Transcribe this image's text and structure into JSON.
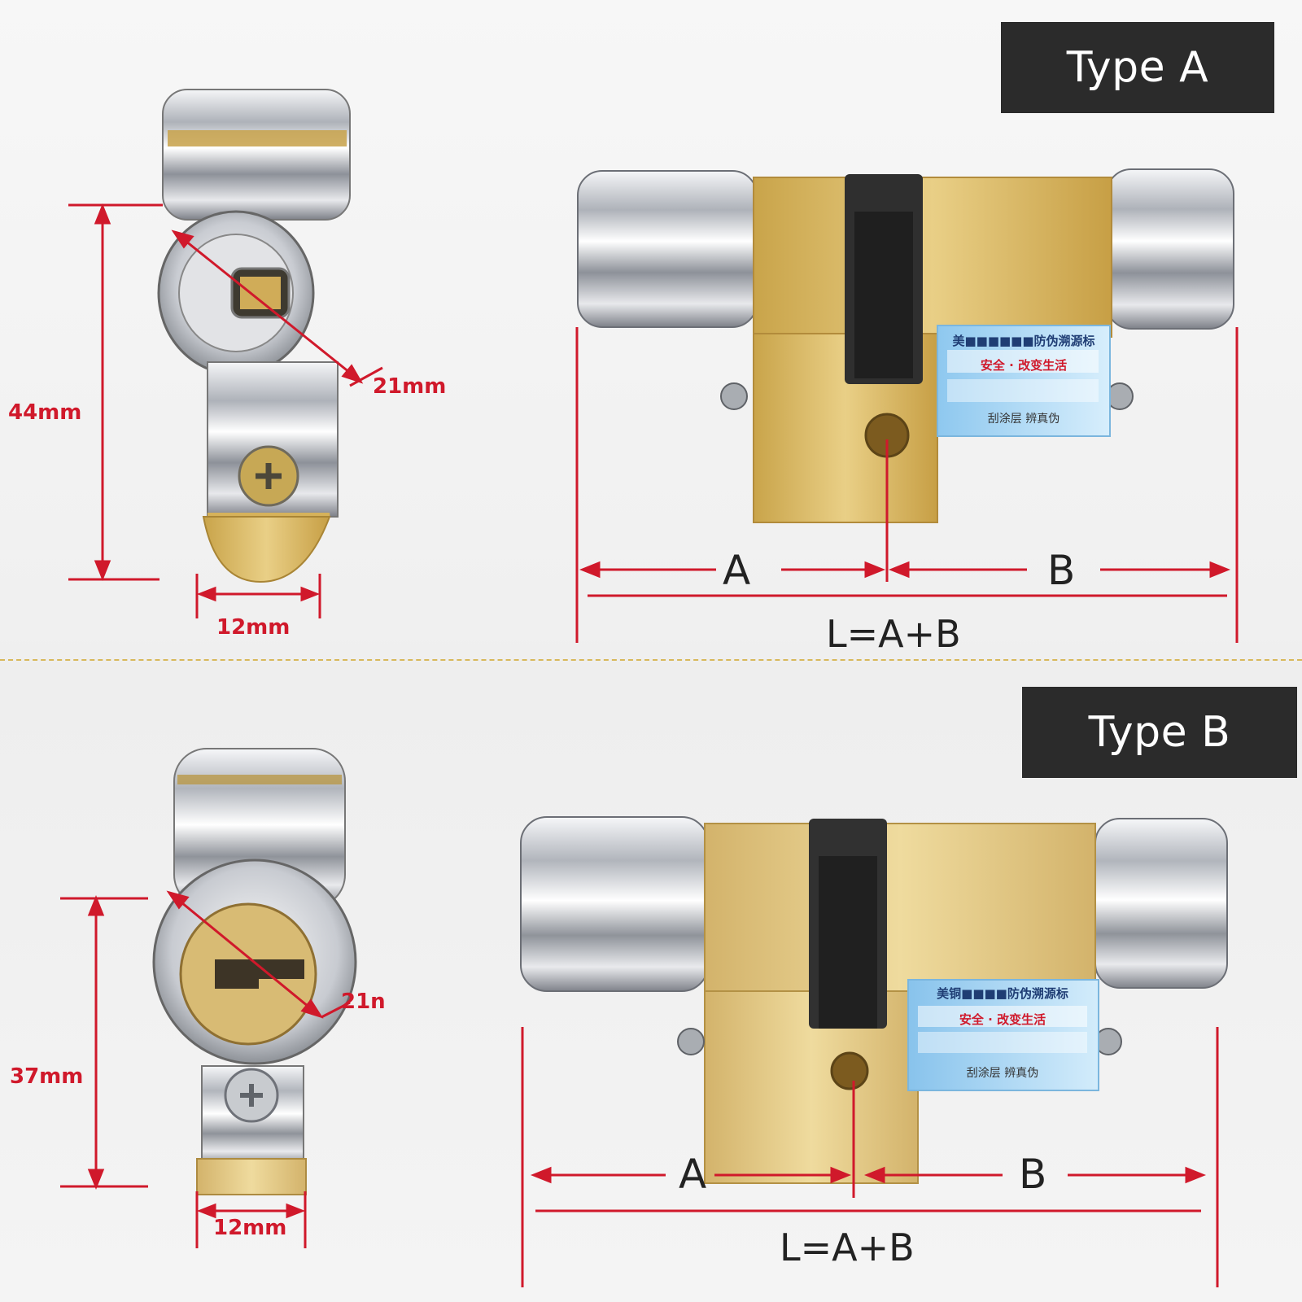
{
  "sections": {
    "type_a": {
      "badge": "Type A",
      "height_dim": "44mm",
      "diameter_dim": "21mm",
      "width_dim": "12mm",
      "label_a": "A",
      "label_b": "B",
      "formula": "L=A+B",
      "sticker_title": "美■■■■■■防伪溯源标",
      "sticker_slogan": "安全 · 改变生活",
      "sticker_footer": "刮涂层   辨真伪"
    },
    "type_b": {
      "badge": "Type B",
      "height_dim": "37mm",
      "diameter_dim": "21n",
      "width_dim": "12mm",
      "label_a": "A",
      "label_b": "B",
      "formula": "L=A+B",
      "sticker_title": "美铜■■■■防伪溯源标",
      "sticker_slogan": "安全 · 改变生活",
      "sticker_footer": "刮涂层   辨真伪"
    }
  },
  "colors": {
    "dimension_red": "#d0192b",
    "badge_bg": "#2b2b2b",
    "brass": "#d9b55a",
    "chrome": "#c9ccd2",
    "divider": "#d8b85a"
  }
}
